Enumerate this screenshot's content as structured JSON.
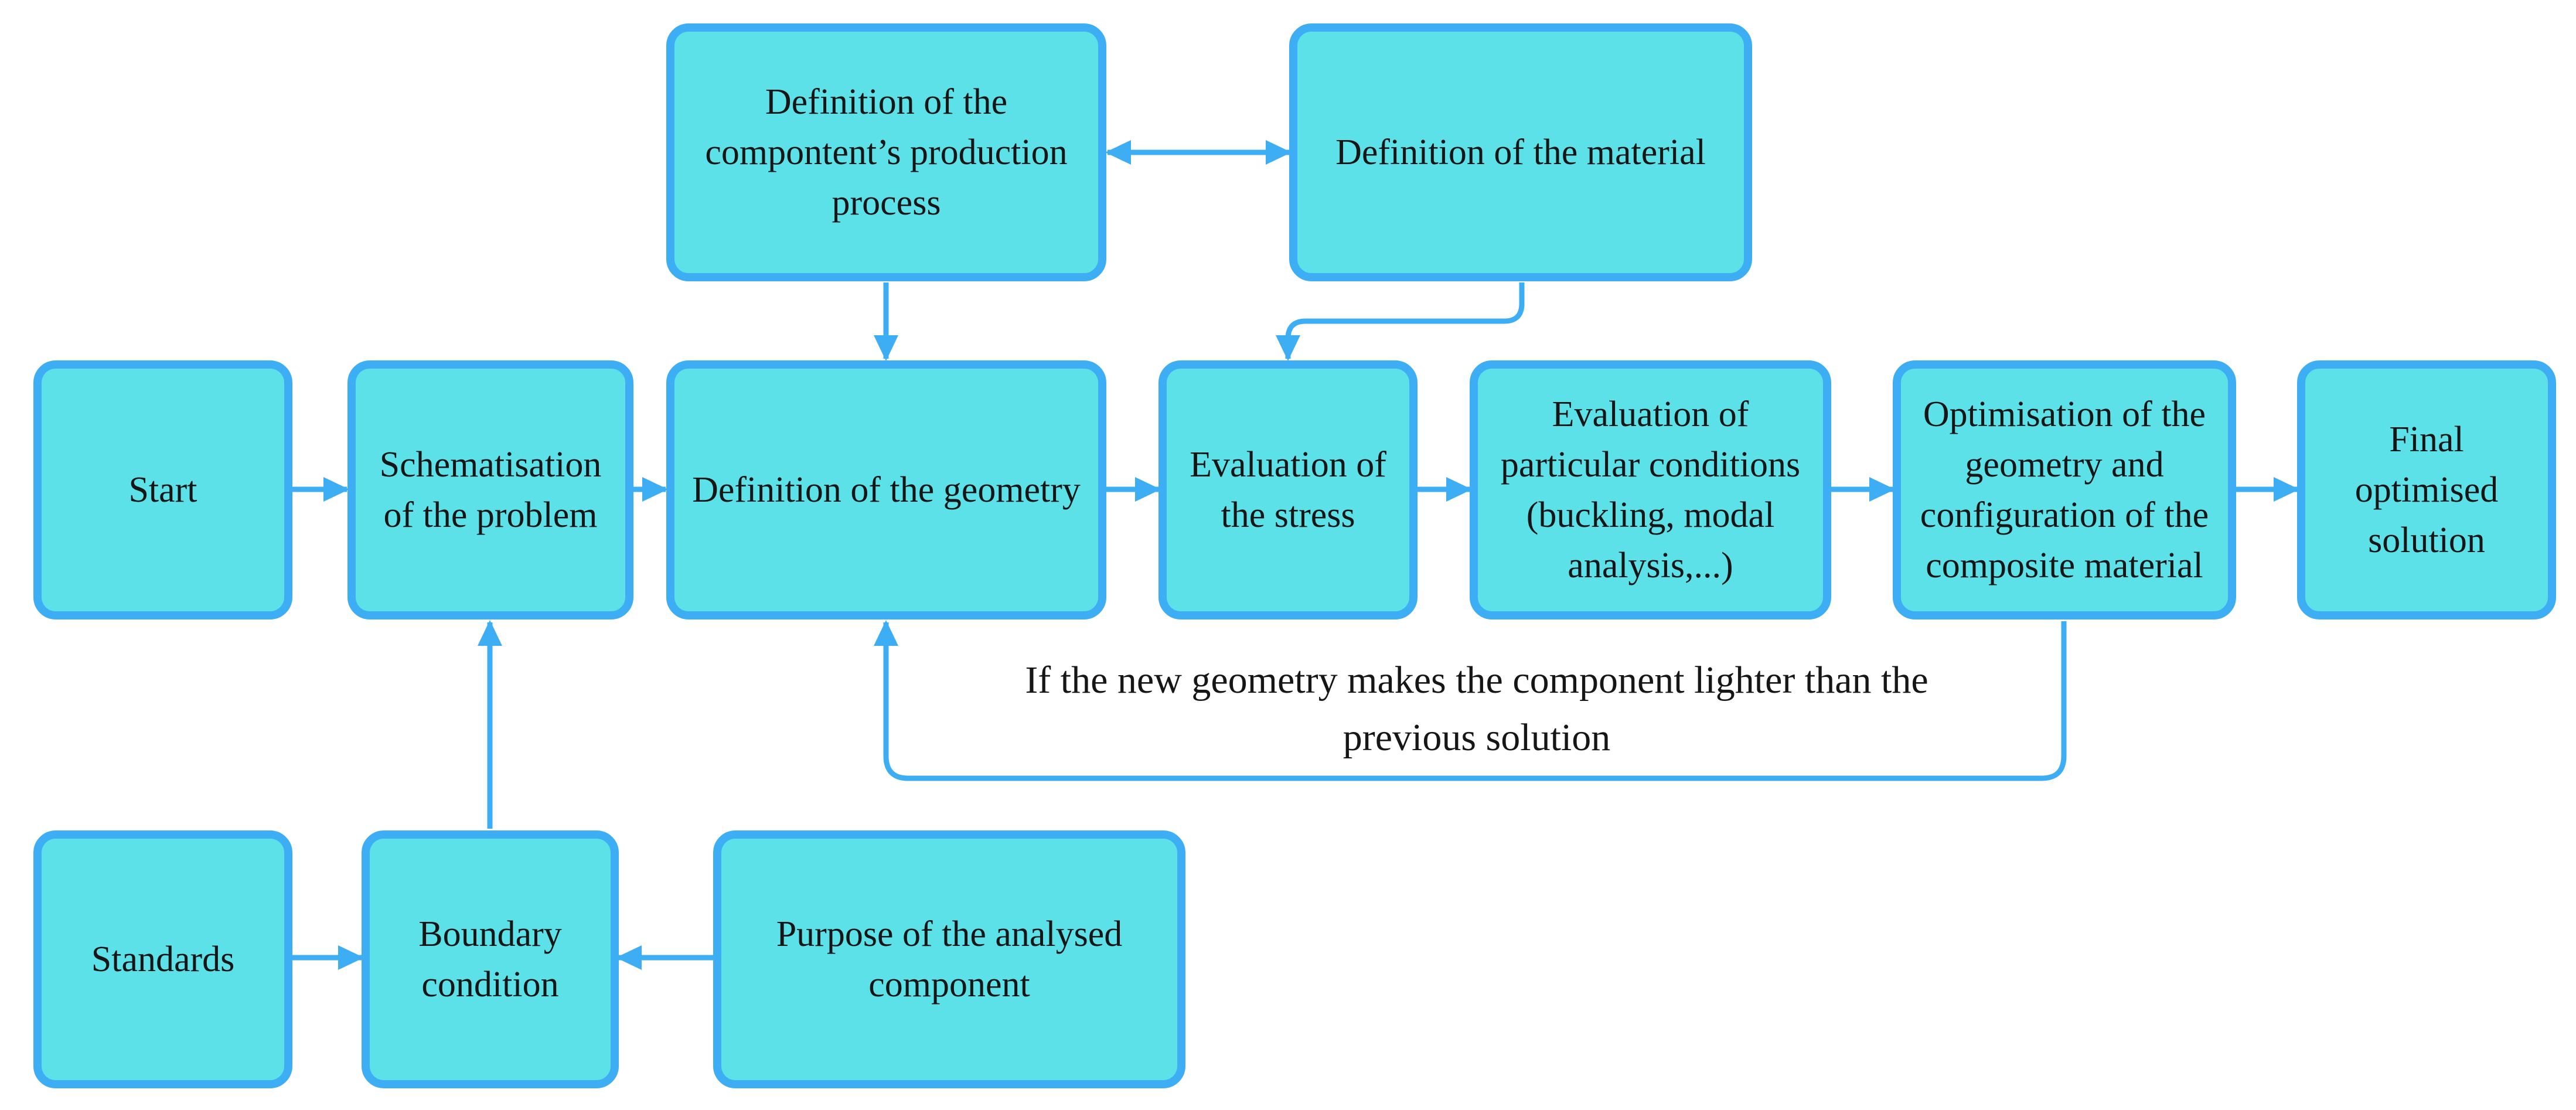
{
  "diagram": {
    "nodes": {
      "start": "Start",
      "schematisation": "Schematisation of the problem",
      "geometry": "Definition of the geometry",
      "production_process": "Definition of the compontent’s production process",
      "material": "Definition of the material",
      "stress": "Evaluation of the stress",
      "particular_conditions": "Evaluation of particular conditions (buckling, modal analysis,...)",
      "optimisation": "Optimisation of the geometry and configuration of the composite material",
      "final_solution": "Final optimised solution",
      "standards": "Standards",
      "boundary_condition": "Boundary condition",
      "purpose": "Purpose of the analysed component"
    },
    "loop_label": "If the new geometry makes the component lighter than the previous solution"
  },
  "colors": {
    "node_fill": "#5de1e8",
    "node_border": "#3daef4",
    "connector": "#3daef4",
    "text": "#161616"
  }
}
